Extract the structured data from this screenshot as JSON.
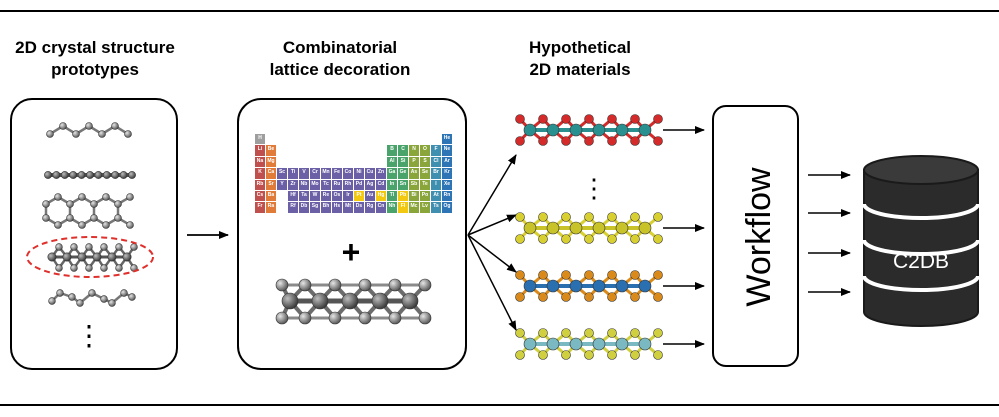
{
  "headings": {
    "prototypes": [
      "2D crystal structure",
      "prototypes"
    ],
    "decoration": [
      "Combinatorial",
      "lattice decoration"
    ],
    "hypothetical": [
      "Hypothetical",
      "2D materials"
    ]
  },
  "plus_sign": "+",
  "ellipsis": "⋮",
  "workflow_label": "Workflow",
  "database_label": "C2DB",
  "periodic_table": {
    "rows": [
      [
        "H",
        "",
        "",
        "",
        "",
        "",
        "",
        "",
        "",
        "",
        "",
        "",
        "",
        "",
        "",
        "",
        "",
        "He"
      ],
      [
        "Li",
        "Be",
        "",
        "",
        "",
        "",
        "",
        "",
        "",
        "",
        "",
        "",
        "B",
        "C",
        "N",
        "O",
        "F",
        "Ne"
      ],
      [
        "Na",
        "Mg",
        "",
        "",
        "",
        "",
        "",
        "",
        "",
        "",
        "",
        "",
        "Al",
        "Si",
        "P",
        "S",
        "Cl",
        "Ar"
      ],
      [
        "K",
        "Ca",
        "Sc",
        "Ti",
        "V",
        "Cr",
        "Mn",
        "Fe",
        "Co",
        "Ni",
        "Cu",
        "Zn",
        "Ga",
        "Ge",
        "As",
        "Se",
        "Br",
        "Kr"
      ],
      [
        "Rb",
        "Sr",
        "Y",
        "Zr",
        "Nb",
        "Mo",
        "Tc",
        "Ru",
        "Rh",
        "Pd",
        "Ag",
        "Cd",
        "In",
        "Sn",
        "Sb",
        "Te",
        "I",
        "Xe"
      ],
      [
        "Cs",
        "Ba",
        "",
        "Hf",
        "Ta",
        "W",
        "Re",
        "Os",
        "Ir",
        "Pt",
        "Au",
        "Hg",
        "Tl",
        "Pb",
        "Bi",
        "Po",
        "At",
        "Rn"
      ],
      [
        "Fr",
        "Ra",
        "",
        "Rf",
        "Db",
        "Sg",
        "Bh",
        "Hs",
        "Mt",
        "Ds",
        "Rg",
        "Cn",
        "Nh",
        "Fl",
        "Mc",
        "Lv",
        "Ts",
        "Og"
      ]
    ]
  },
  "colors": {
    "alkali": "#c0504d",
    "alkaline": "#e07b39",
    "transition": "#6b5fa6",
    "metalloid": "#4aa36b",
    "nonmetal": "#3f8fb0",
    "noble": "#2e75b6",
    "post": "#8aa63a",
    "highlight": "#f2c811",
    "hydrogen": "#9e9e9e",
    "ellipse": "#e0302c",
    "material_1_metal": "#2a8f8f",
    "material_1_ligand": "#d42a2a",
    "material_2_metal": "#c9c32a",
    "material_2_ligand": "#d8cf30",
    "material_3_metal": "#2a6fb0",
    "material_3_ligand": "#d98a1a",
    "material_4_metal": "#7ab8c2",
    "material_4_ligand": "#cfcf40"
  }
}
